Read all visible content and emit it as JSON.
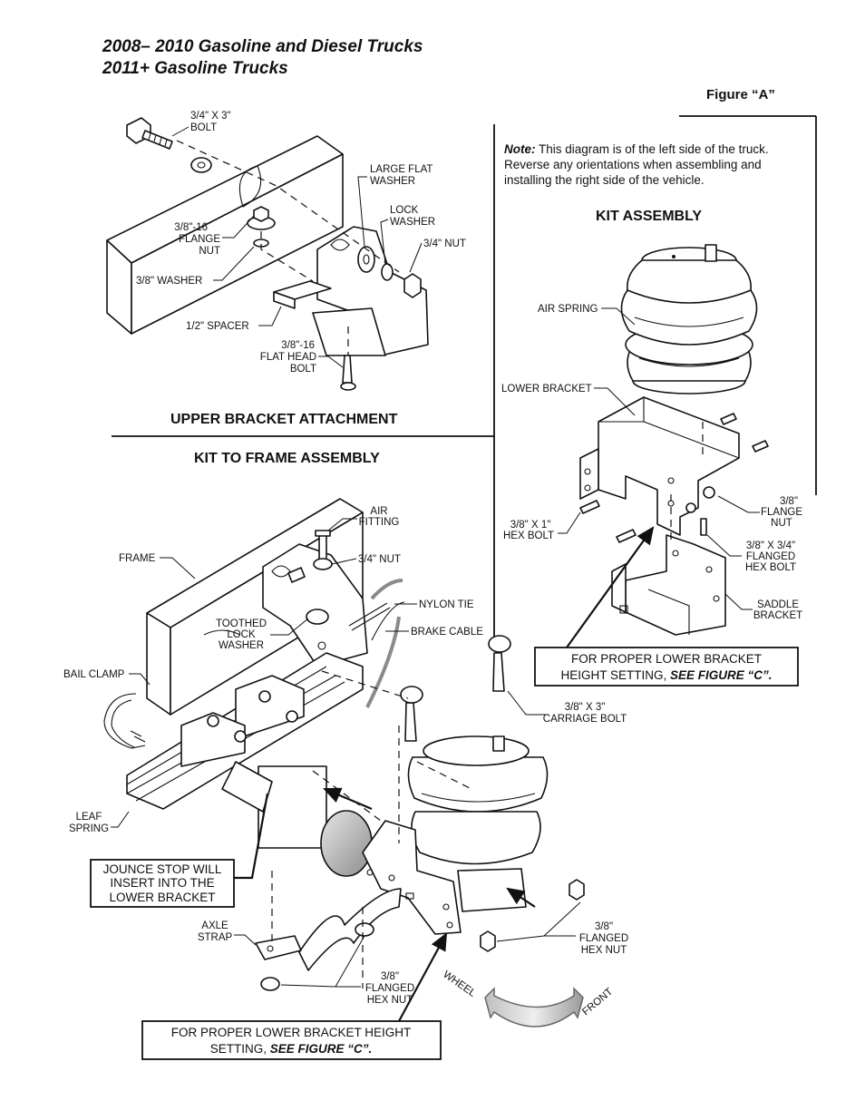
{
  "title": {
    "line1": "2008– 2010 Gasoline and Diesel Trucks",
    "line2": "2011+ Gasoline Trucks"
  },
  "figure_label": "Figure “A”",
  "note": {
    "prefix": "Note:",
    "line1": " This diagram is of the left side of the truck.",
    "line2": "Reverse any orientations when assembling and",
    "line3": "installing the right side of the vehicle."
  },
  "sections": {
    "kit_assembly": "KIT ASSEMBLY",
    "upper_bracket": "UPPER BRACKET ATTACHMENT",
    "kit_to_frame": "KIT TO FRAME ASSEMBLY"
  },
  "upper_labels": {
    "bolt_l1": "3/4\" X 3\"",
    "bolt_l2": "BOLT",
    "large_flat_l1": "LARGE FLAT",
    "large_flat_l2": "WASHER",
    "lock_l1": "LOCK",
    "lock_l2": "WASHER",
    "nut34": "3/4\" NUT",
    "flange_l1": "3/8\"-16",
    "flange_l2": "FLANGE",
    "flange_l3": "NUT",
    "washer38": "3/8\" WASHER",
    "spacer": "1/2\" SPACER",
    "flathead_l1": "3/8\"-16",
    "flathead_l2": "FLAT HEAD",
    "flathead_l3": "BOLT"
  },
  "kit_labels": {
    "air_spring": "AIR SPRING",
    "lower_bracket": "LOWER BRACKET",
    "flange_nut_l1": "3/8\"",
    "flange_nut_l2": "FLANGE",
    "flange_nut_l3": "NUT",
    "hex1_l1": "3/8\" X 1\"",
    "hex1_l2": "HEX BOLT",
    "hex34_l1": "3/8\" X 3/4\"",
    "hex34_l2": "FLANGED",
    "hex34_l3": "HEX BOLT",
    "saddle_l1": "SADDLE",
    "saddle_l2": "BRACKET"
  },
  "box1": {
    "line1": "FOR PROPER LOWER BRACKET",
    "line2_a": "HEIGHT SETTING, ",
    "line2_b": "SEE FIGURE “C”."
  },
  "frame_labels": {
    "air_fitting_l1": "AIR",
    "air_fitting_l2": "FITTING",
    "frame": "FRAME",
    "nut34": "3/4\" NUT",
    "nylon_tie": "NYLON TIE",
    "toothed_l1": "TOOTHED",
    "toothed_l2": "LOCK",
    "toothed_l3": "WASHER",
    "brake_cable": "BRAKE CABLE",
    "bail_clamp": "BAIL CLAMP",
    "carriage_l1": "3/8\" X 3\"",
    "carriage_l2": "CARRIAGE BOLT",
    "leaf_l1": "LEAF",
    "leaf_l2": "SPRING",
    "axle_l1": "AXLE",
    "axle_l2": "STRAP",
    "hexnut_r_l1": "3/8\"",
    "hexnut_r_l2": "FLANGED",
    "hexnut_r_l3": "HEX NUT",
    "hexnut_b_l1": "3/8\"",
    "hexnut_b_l2": "FLANGED",
    "hexnut_b_l3": "HEX NUT",
    "wheel": "WHEEL",
    "front": "FRONT"
  },
  "jounce": {
    "line1": "JOUNCE STOP WILL",
    "line2": "INSERT INTO THE",
    "line3": "LOWER BRACKET"
  },
  "box2": {
    "line1": "FOR PROPER LOWER BRACKET HEIGHT",
    "line2_a": "SETTING, ",
    "line2_b": "SEE FIGURE “C”."
  }
}
